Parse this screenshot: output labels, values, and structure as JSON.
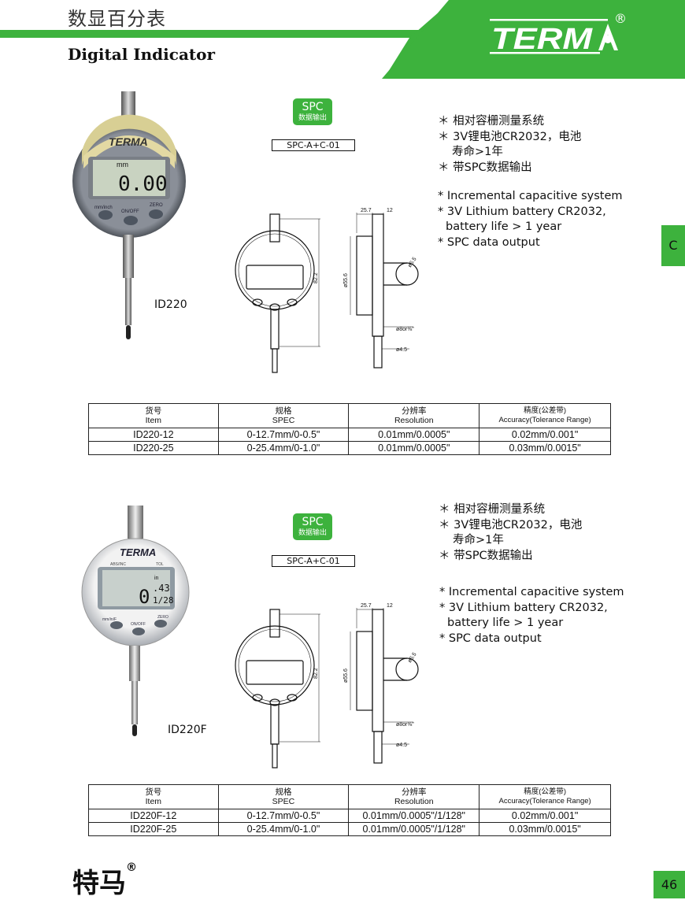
{
  "header": {
    "title_cn": "数显百分表",
    "title_en": "Digital Indicator",
    "logo_text": "TERMA",
    "logo_reg": "®"
  },
  "side_tab": "C",
  "colors": {
    "accent": "#3db23d"
  },
  "products": [
    {
      "model": "ID220",
      "spc_badge": {
        "title": "SPC",
        "subtitle": "数据输出"
      },
      "spc_code": "SPC-A+C-01",
      "device": {
        "brand": "TERMA",
        "unit": "mm",
        "reading": "0.00",
        "btn1": "mm/inch",
        "btn2": "ON/OFF",
        "btn3": "ZERO"
      },
      "features_cn": [
        "＊ 相对容栅测量系统",
        "＊ 3V锂电池CR2032，电池",
        "寿命>1年",
        "＊ 带SPC数据输出"
      ],
      "features_en": [
        "* Incremental capacitive system",
        "* 3V Lithium battery CR2032,",
        "battery life > 1 year",
        "* SPC data output"
      ],
      "dims": {
        "d1": "25.7",
        "d2": "12",
        "h": "82.2",
        "dia": "ø55.6",
        "hole": "ø6.5",
        "stem": "ø8or⅜\"",
        "tip": "ø4.5"
      },
      "table": {
        "headers": [
          {
            "cn": "货号",
            "en": "Item"
          },
          {
            "cn": "规格",
            "en": "SPEC"
          },
          {
            "cn": "分辨率",
            "en": "Resolution"
          },
          {
            "cn": "精度(公差带)",
            "en": "Accuracy(Tolerance Range)"
          }
        ],
        "rows": [
          [
            "ID220-12",
            "0-12.7mm/0-0.5\"",
            "0.01mm/0.0005\"",
            "0.02mm/0.001\""
          ],
          [
            "ID220-25",
            "0-25.4mm/0-1.0\"",
            "0.01mm/0.0005\"",
            "0.03mm/0.0015\""
          ]
        ]
      }
    },
    {
      "model": "ID220F",
      "spc_badge": {
        "title": "SPC",
        "subtitle": "数据输出"
      },
      "spc_code": "SPC-A+C-01",
      "device": {
        "brand": "TERMA",
        "unit": "in",
        "reading_big": "0",
        "reading_small1": ".43",
        "reading_small2": "1/28",
        "btn1": "mm/in/F",
        "btn2": "ON/OFF",
        "btn3": "ZERO",
        "top_left": "ABS/INC",
        "top_right": "TOL"
      },
      "features_cn": [
        "＊ 相对容栅测量系统",
        "＊ 3V锂电池CR2032，电池",
        "寿命>1年",
        "＊ 带SPC数据输出"
      ],
      "features_en": [
        "* Incremental capacitive system",
        "* 3V Lithium battery CR2032,",
        "battery life > 1 year",
        "* SPC data output"
      ],
      "dims": {
        "d1": "25.7",
        "d2": "12",
        "h": "82.2",
        "dia": "ø55.6",
        "hole": "ø6.5",
        "stem": "ø8or⅜\"",
        "tip": "ø4.5"
      },
      "table": {
        "headers": [
          {
            "cn": "货号",
            "en": "Item"
          },
          {
            "cn": "规格",
            "en": "SPEC"
          },
          {
            "cn": "分辨率",
            "en": "Resolution"
          },
          {
            "cn": "精度(公差带)",
            "en": "Accuracy(Tolerance Range)"
          }
        ],
        "rows": [
          [
            "ID220F-12",
            "0-12.7mm/0-0.5\"",
            "0.01mm/0.0005\"/1/128\"",
            "0.02mm/0.001\""
          ],
          [
            "ID220F-25",
            "0-25.4mm/0-1.0\"",
            "0.01mm/0.0005\"/1/128\"",
            "0.03mm/0.0015\""
          ]
        ]
      }
    }
  ],
  "footer": {
    "brand_cn": "特马",
    "reg": "®",
    "page": "46"
  }
}
